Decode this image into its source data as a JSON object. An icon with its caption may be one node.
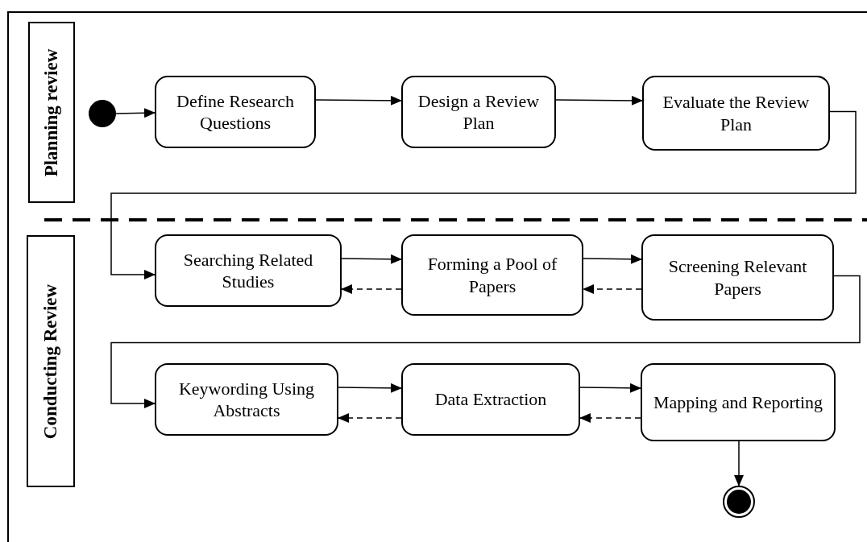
{
  "diagram": {
    "nodes": [
      {
        "text": [
          "Planning review"
        ]
      },
      {
        "text": [],
        "shape": "circle"
      },
      {
        "text": [
          "Define Research Questions"
        ]
      },
      {
        "text": [
          "Design a Review Plan"
        ]
      },
      {
        "text": [
          "Evaluate the Review Plan"
        ]
      },
      {
        "text": [
          "Conducting Review"
        ]
      },
      {
        "text": [
          "Searching Related Studies"
        ]
      },
      {
        "text": [
          "Forming a Pool of Papers"
        ]
      },
      {
        "text": [
          "Screening Relevant Papers"
        ]
      },
      {
        "text": [
          "Keywording Using Abstracts"
        ]
      },
      {
        "text": [
          "Data Extraction"
        ]
      },
      {
        "text": [
          "Mapping and Reporting"
        ]
      },
      {
        "text": [],
        "shape": "circle"
      }
    ],
    "edges": [
      {
        "from": 1,
        "to": 2,
        "arrow": "to"
      },
      {
        "from": 2,
        "to": 3,
        "arrow": "to"
      },
      {
        "from": 3,
        "to": 4,
        "arrow": "to"
      },
      {
        "from": 4,
        "to": 6,
        "arrow": "to"
      },
      {
        "from": 6,
        "to": 7,
        "arrow": "to"
      },
      {
        "from": 7,
        "to": 6,
        "arrow": "to",
        "style": "dashed"
      },
      {
        "from": 7,
        "to": 8,
        "arrow": "to"
      },
      {
        "from": 8,
        "to": 7,
        "arrow": "to",
        "style": "dashed"
      },
      {
        "from": 8,
        "to": 9,
        "arrow": "to"
      },
      {
        "from": 9,
        "to": 10,
        "arrow": "to"
      },
      {
        "from": 10,
        "to": 9,
        "arrow": "to",
        "style": "dashed"
      },
      {
        "from": 10,
        "to": 11,
        "arrow": "to"
      },
      {
        "from": 11,
        "to": 10,
        "arrow": "to",
        "style": "dashed"
      },
      {
        "from": 11,
        "to": 12,
        "arrow": "to"
      }
    ]
  }
}
